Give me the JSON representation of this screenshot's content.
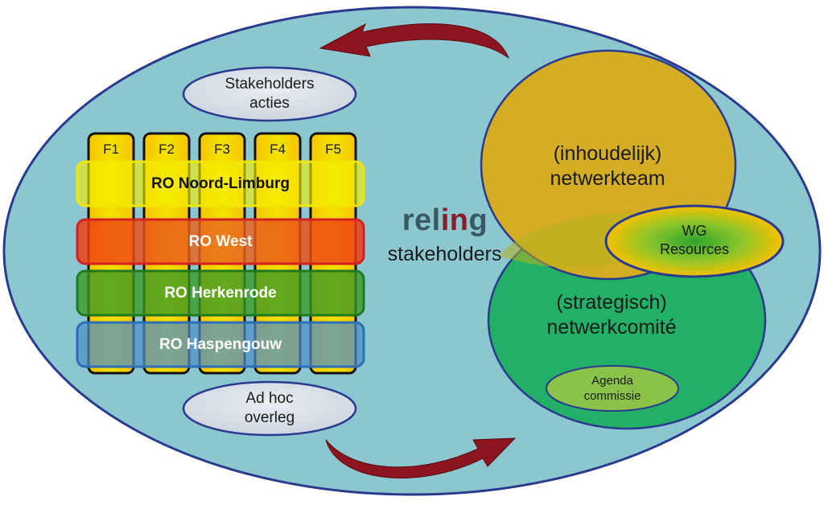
{
  "colors": {
    "big_ellipse": "#8cc6cf",
    "big_ellipse_stroke": "#2a3a8f",
    "column_fill": "#f5b800",
    "band_yellow": "#f4f000",
    "band_red": "#ef3a16",
    "band_green": "#2f9a2a",
    "band_blue": "#4a8fd0",
    "gold_circle": "#d8ac1f",
    "green_circle": "#22b066",
    "arrow": "#8c1520"
  },
  "top_bubble": {
    "line1": "Stakeholders",
    "line2": "acties"
  },
  "bottom_bubble": {
    "line1": "Ad hoc",
    "line2": "overleg"
  },
  "columns": [
    "F1",
    "F2",
    "F3",
    "F4",
    "F5"
  ],
  "bands": [
    {
      "label": "RO Noord-Limburg",
      "color": "yellow"
    },
    {
      "label": "RO West",
      "color": "red"
    },
    {
      "label": "RO Herkenrode",
      "color": "green"
    },
    {
      "label": "RO Haspengouw",
      "color": "blue"
    }
  ],
  "logo": {
    "part1": "rel",
    "part2": "in",
    "part3": "g",
    "subtitle": "stakeholders"
  },
  "gold_circle": {
    "line1": "(inhoudelijk)",
    "line2": "netwerkteam"
  },
  "green_circle": {
    "line1": "(strategisch)",
    "line2": "netwerkcomité"
  },
  "wg": {
    "line1": "WG",
    "line2": "Resources"
  },
  "agenda": {
    "line1": "Agenda",
    "line2": "commissie"
  }
}
